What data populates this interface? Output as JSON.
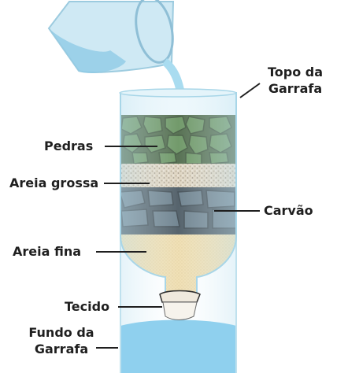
{
  "labels": {
    "topo": "Topo da\nGarrafa",
    "topo_l1": "Topo da",
    "topo_l2": "Garrafa",
    "pedras": "Pedras",
    "areia_grossa": "Areia grossa",
    "carvao": "Carvão",
    "areia_fina": "Areia fina",
    "tecido": "Tecido",
    "fundo_l1": "Fundo da",
    "fundo_l2": "Garrafa"
  },
  "colors": {
    "water": "#9fd6ee",
    "glass": "#d7eef7",
    "stones": "#3f6b3a",
    "coarse_sand": "#cdbfa8",
    "charcoal": "#3b4f5c",
    "fine_sand": "#e7cf94",
    "cloth": "#f4f1ea",
    "text": "#1f1f1f"
  }
}
